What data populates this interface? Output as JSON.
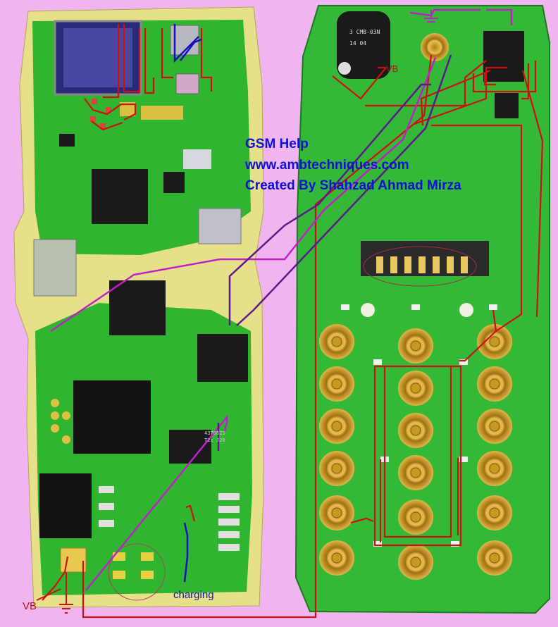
{
  "caption": {
    "title": "GSM Help",
    "website": "www.ambtechniques.com",
    "credit": "Created By Shahzad Ahmad Mirza"
  },
  "labels": {
    "vb_left": "VB",
    "vb_top": "VB",
    "charging": "charging"
  },
  "chip_text": {
    "buzzer_line1": "3  CMB-03N",
    "buzzer_line2": "14    04",
    "ic_line1": "4370623",
    "ic_line2": "T2x  J20"
  },
  "colors": {
    "background": "#f0b4f0",
    "pcb_green": "#2fb52f",
    "pcb_yellow": "#e6e08a",
    "trace_red": "#d01010",
    "trace_magenta": "#c020c8",
    "trace_purple": "#5a1a8a",
    "trace_blue": "#1010c0",
    "caption_blue": "#1010d8",
    "pad_gold": "#c8a020"
  }
}
